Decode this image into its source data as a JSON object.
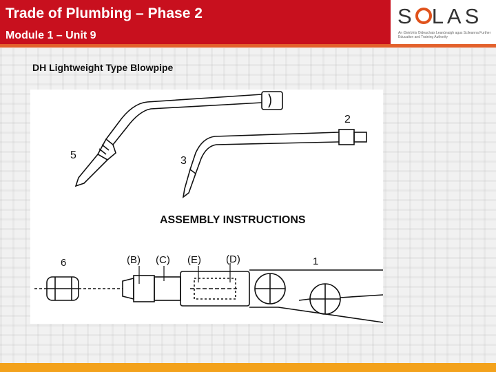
{
  "header": {
    "title": "Trade of Plumbing – Phase 2",
    "subtitle": "Module 1 – Unit 9"
  },
  "logo": {
    "word": "SOLAS",
    "letters_before": "S",
    "letters_after": "LAS",
    "tagline": "An tSeirbhís Oideachais Leanúnaigh agus Scileanna Further Education and Training Authority"
  },
  "figure": {
    "title": "DH Lightweight Type Blowpipe",
    "heading": "ASSEMBLY INSTRUCTIONS",
    "labels": {
      "n1": "1",
      "n2": "2",
      "n3": "3",
      "n5": "5",
      "n6": "6",
      "B": "(B)",
      "C": "(C)",
      "E": "(E)",
      "D": "(D)"
    }
  },
  "colors": {
    "header_red": "#c8101e",
    "accent_orange": "#e3612c",
    "footer_yellow": "#f3a21c"
  }
}
